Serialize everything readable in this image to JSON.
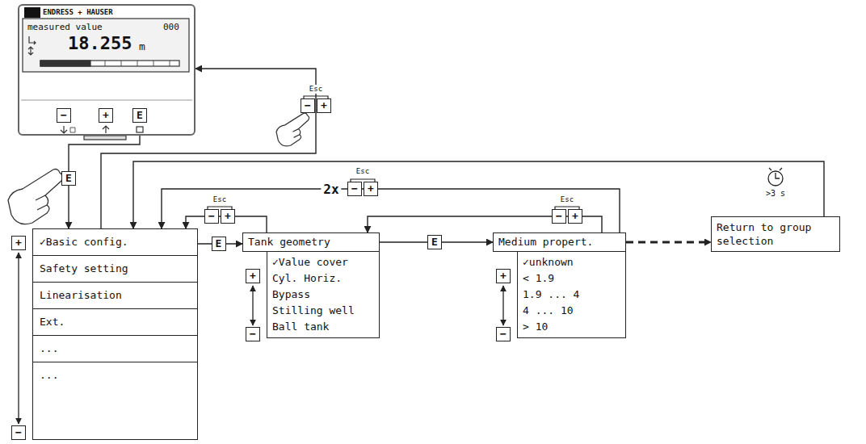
{
  "diagram": {
    "nodes": [
      {
        "text": [
          "ENDRESS + HAUSER",
          "measured value",
          "000",
          "18.255",
          "m"
        ]
      },
      {
        "text": [
          "✓Basic config.",
          "Safety setting",
          "Linearisation",
          "Ext.",
          "...",
          "..."
        ]
      },
      {
        "text": [
          "Tank geometry",
          "✓Value cover",
          "Cyl. Horiz.",
          "Bypass",
          "Stilling well",
          "Ball tank"
        ]
      },
      {
        "text": [
          "Medium propert.",
          "✓unknown",
          "< 1.9",
          "1.9 ... 4",
          "4 ... 10",
          "> 10"
        ]
      },
      {
        "text": [
          "Return to group selection"
        ]
      }
    ],
    "edges": [
      {
        "from": 0,
        "to": 1,
        "arrow": "to"
      },
      {
        "from": 1,
        "to": 2,
        "label": "E",
        "arrow": "to"
      },
      {
        "from": 2,
        "to": 3,
        "label": "E",
        "arrow": "to"
      },
      {
        "from": 2,
        "to": 1,
        "arrow": "to"
      },
      {
        "from": 3,
        "to": 2,
        "arrow": "to"
      },
      {
        "from": 3,
        "to": 1,
        "arrow": "to"
      },
      {
        "from": 3,
        "to": 4,
        "arrow": "to"
      },
      {
        "from": 4,
        "to": 1,
        "arrow": "to"
      },
      {
        "from": 1,
        "to": 0,
        "arrow": "to"
      }
    ],
    "labels": [
      "−",
      "+",
      "E",
      "E",
      "Esc",
      "−",
      "+",
      "+",
      "−",
      "Esc",
      "−",
      "+",
      "2x",
      "Esc",
      "−",
      "+",
      "+",
      "−",
      "Esc",
      "−",
      "+",
      "+",
      "−",
      ">3 s"
    ]
  }
}
